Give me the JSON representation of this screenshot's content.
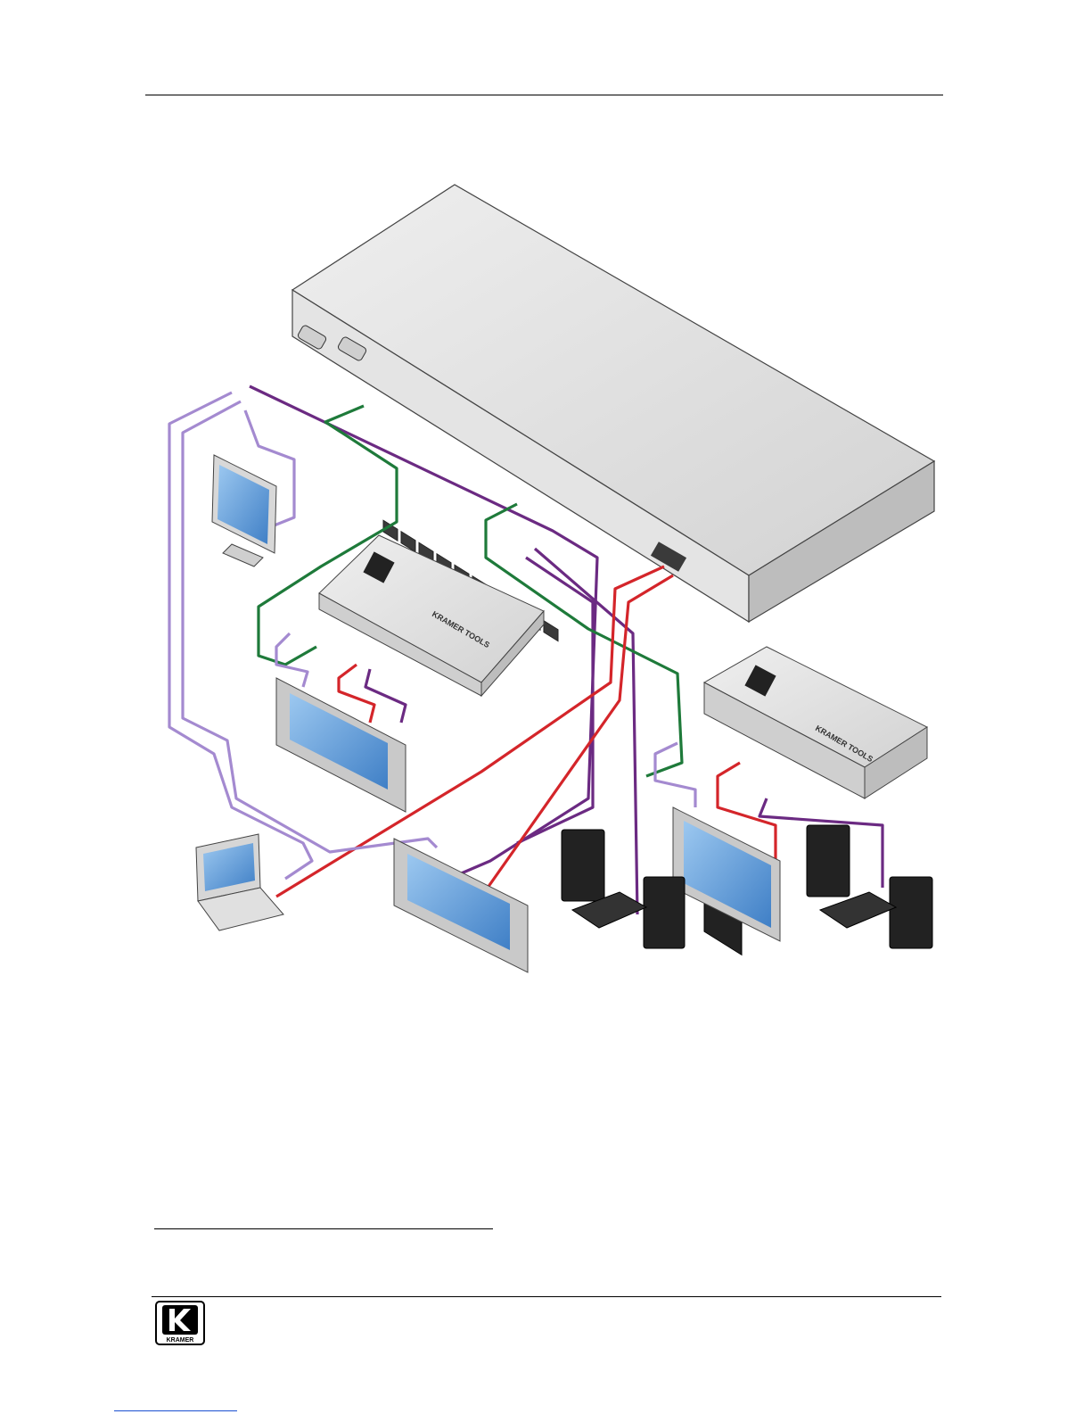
{
  "page": {
    "document": "Kramer connection diagram page",
    "brand_color": "#000000"
  },
  "devices": {
    "receiver_1_label": "KRAMER TOOLS",
    "receiver_2_label": "KRAMER TOOLS"
  },
  "footer": {
    "logo_text": "KRAMER"
  },
  "colors": {
    "red_cable": "#d4252a",
    "purple_cable": "#6b2a82",
    "green_cable": "#1e7a3a",
    "lilac_cable": "#a48ad0",
    "device_body": "#e6e6e6",
    "screen_blue": "#4c8fd2"
  }
}
